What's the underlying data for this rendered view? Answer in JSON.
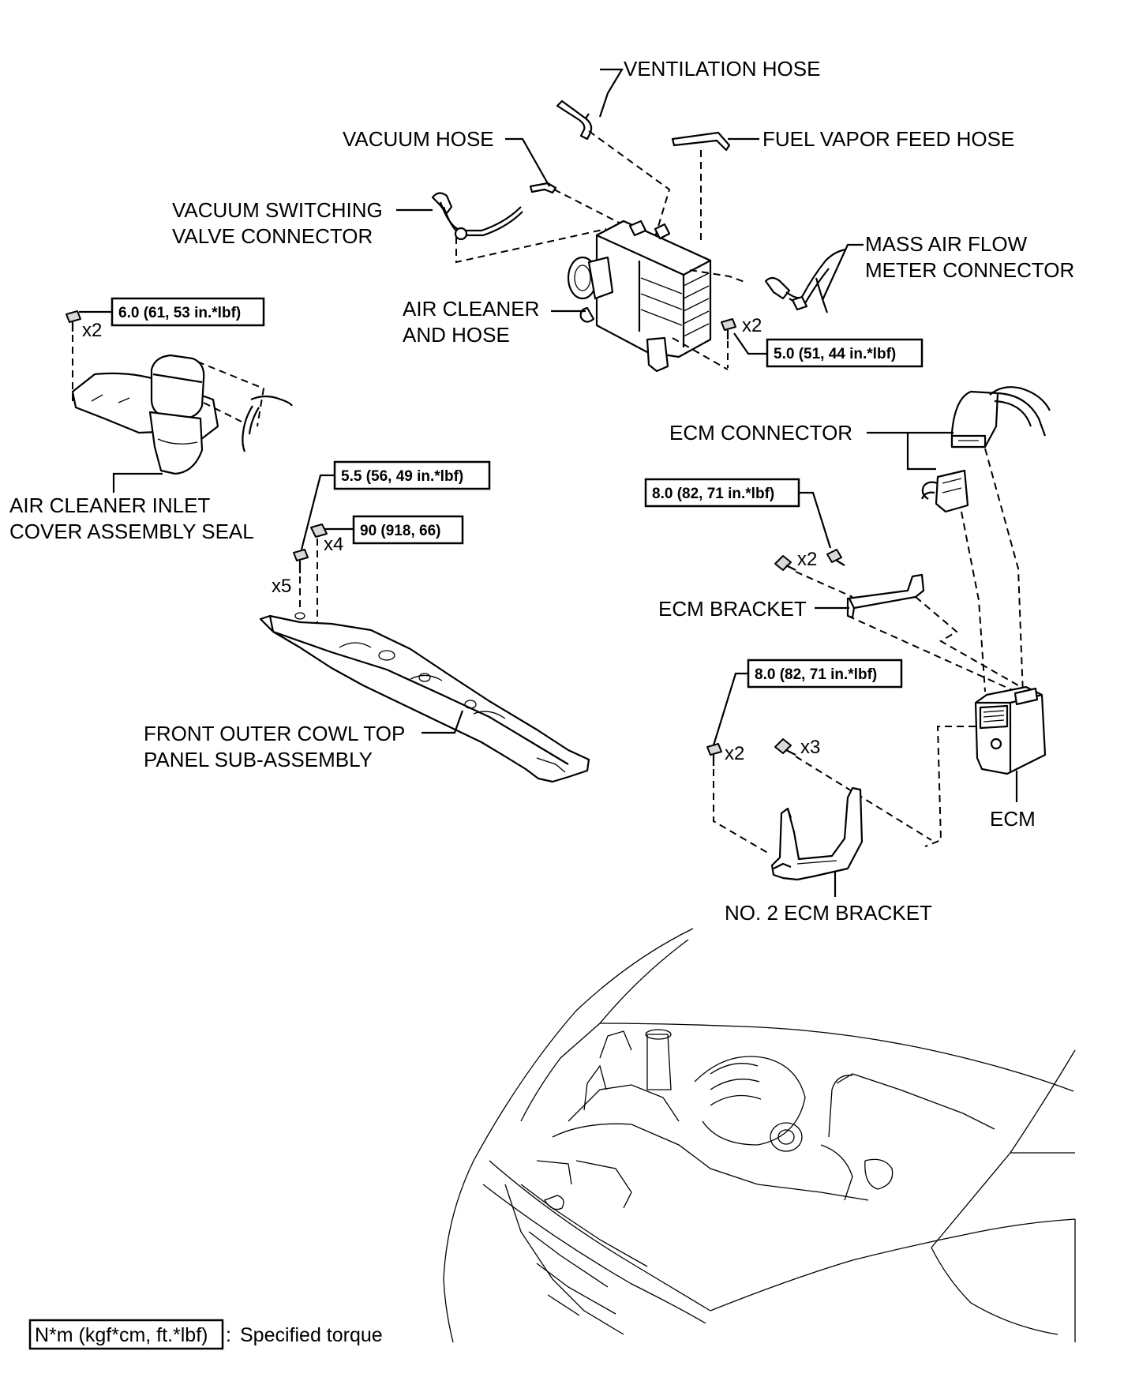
{
  "labels": {
    "ventilation_hose": "VENTILATION HOSE",
    "vacuum_hose": "VACUUM HOSE",
    "fuel_vapor_feed_hose": "FUEL VAPOR FEED HOSE",
    "vsv_connector_line1": "VACUUM SWITCHING",
    "vsv_connector_line2": "VALVE CONNECTOR",
    "maf_connector_line1": "MASS AIR FLOW",
    "maf_connector_line2": "METER CONNECTOR",
    "air_cleaner_line1": "AIR CLEANER",
    "air_cleaner_line2": "AND HOSE",
    "inlet_seal_line1": "AIR CLEANER INLET",
    "inlet_seal_line2": "COVER ASSEMBLY SEAL",
    "ecm_connector": "ECM CONNECTOR",
    "ecm_bracket": "ECM BRACKET",
    "cowl_line1": "FRONT OUTER COWL TOP",
    "cowl_line2": "PANEL SUB-ASSEMBLY",
    "ecm": "ECM",
    "no2_ecm_bracket": "NO. 2 ECM BRACKET"
  },
  "torques": {
    "inlet_bolt": "6.0 (61, 53 in.*lbf)",
    "air_cleaner_bolt": "5.0 (51, 44 in.*lbf)",
    "cowl_bolt": "5.5 (56, 49 in.*lbf)",
    "cowl_nut": "90 (918, 66)",
    "ecm_bracket_bolt": "8.0 (82, 71 in.*lbf)",
    "no2_bracket_bolt": "8.0 (82, 71 in.*lbf)"
  },
  "counts": {
    "inlet_bolt": "x2",
    "air_cleaner_bolt": "x2",
    "cowl_nut": "x4",
    "cowl_bolt": "x5",
    "ecm_bracket_bolt": "x2",
    "no2_bracket_bolt": "x2",
    "ecm_screw": "x3"
  },
  "legend": {
    "unit": "N*m (kgf*cm, ft.*lbf)",
    "colon": ":",
    "text": "Specified torque"
  }
}
